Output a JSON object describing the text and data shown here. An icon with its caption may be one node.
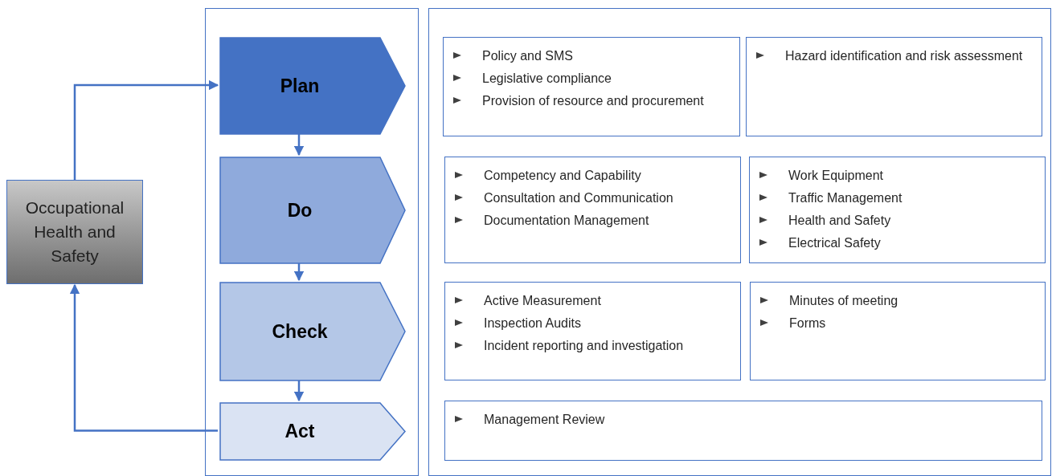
{
  "diagram": {
    "nodes": [
      {
        "text": [
          "Occupational Health and Safety"
        ]
      },
      {
        "text": [],
        "shape": "box"
      },
      {
        "text": [
          "Plan"
        ],
        "in": 1
      },
      {
        "text": [
          "Do"
        ],
        "in": 1
      },
      {
        "text": [
          "Check"
        ],
        "in": 1
      },
      {
        "text": [
          "Act"
        ],
        "in": 1
      },
      {
        "text": [],
        "shape": "box"
      },
      {
        "text": [
          "Policy and SMS",
          "Legislative compliance",
          "Provision of resource and procurement"
        ],
        "in": 6
      },
      {
        "text": [
          "Hazard identification and risk assessment"
        ],
        "in": 6
      },
      {
        "text": [
          "Competency and Capability",
          "Consultation and Communication",
          "Documentation Management"
        ],
        "in": 6
      },
      {
        "text": [
          "Work Equipment",
          "Traffic Management",
          "Health and Safety",
          "Electrical Safety"
        ],
        "in": 6
      },
      {
        "text": [
          "Active Measurement",
          "Inspection Audits",
          "Incident reporting and investigation"
        ],
        "in": 6
      },
      {
        "text": [
          "Minutes of  meeting",
          "Forms"
        ],
        "in": 6
      },
      {
        "text": [
          "Management Review"
        ],
        "in": 6
      }
    ],
    "edges": [
      {
        "from": 0,
        "to": 2,
        "arrow": "to"
      },
      {
        "from": 2,
        "to": 3,
        "arrow": "to"
      },
      {
        "from": 3,
        "to": 4,
        "arrow": "to"
      },
      {
        "from": 4,
        "to": 5,
        "arrow": "to"
      },
      {
        "from": 5,
        "to": 0,
        "arrow": "to"
      }
    ]
  }
}
